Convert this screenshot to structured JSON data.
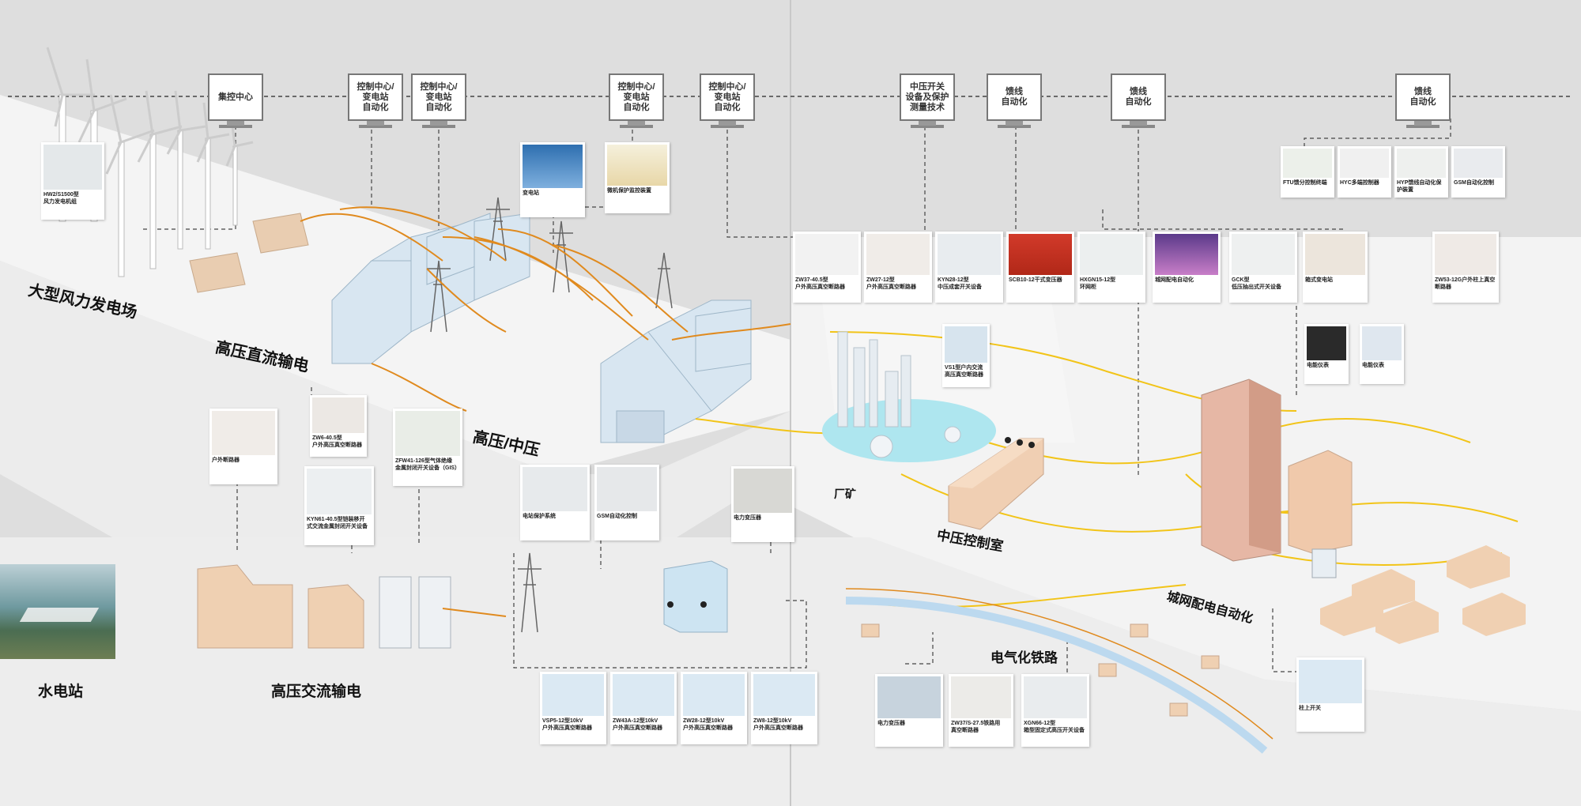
{
  "monitors": [
    {
      "label": "集控中心"
    },
    {
      "label": "控制中心/\n变电站\n自动化"
    },
    {
      "label": "控制中心/\n变电站\n自动化"
    },
    {
      "label": "控制中心/\n变电站\n自动化"
    },
    {
      "label": "控制中心/\n变电站\n自动化"
    },
    {
      "label": "中压开关\n设备及保护\n测量技术"
    },
    {
      "label": "馈线\n自动化"
    },
    {
      "label": "馈线\n自动化"
    },
    {
      "label": "馈线\n自动化"
    }
  ],
  "regions": {
    "wind_farm": "大型风力发电场",
    "hvdc": "高压直流输电",
    "hv_mv": "高压/中压",
    "hydro": "水电站",
    "hvac": "高压交流输电",
    "factory": "厂矿",
    "mv_control": "中压控制室",
    "grid_auto": "城网配电自动化",
    "railway": "电气化铁路"
  },
  "cards": {
    "turbine": "HW2/S1500型\n风力发电机组",
    "substation": "变电站",
    "relay": "微机保护监控装置",
    "ftu": "FTU馈分控制终端",
    "hyc": "HYC多端控制器",
    "hyp": "HYP馈线自动化保护装置",
    "gsm_top": "GSM自动化控制",
    "zw37": "ZW37-40.5型\n户外高压真空断路器",
    "zw27": "ZW27-12型\n户外高压真空断路器",
    "kyn28": "KYN28-12型\n中压成套开关设备",
    "scb10": "SCB10-12干式变压器",
    "hxgn15": "HXGN15-12型\n环网柜",
    "city_grid": "城网配电自动化",
    "gck": "GCK型\n低压抽出式开关设备",
    "box_sub": "箱式变电站",
    "zw53": "ZW53-12G户外柱上真空\n断路器",
    "meter1": "电能仪表",
    "meter2": "电能仪表",
    "vs1": "VS1型户内交流\n高压真空断路器",
    "outdoor_breaker": "户外断路器",
    "zw6": "ZW6-40.5型\n户外高压真空断路器",
    "zfw41": "ZFW41-126型气体绝缘\n金属封闭开关设备（GIS）",
    "kyn61": "KYN61-40.5型铠装移开\n式交流金属封闭开关设备",
    "station_protect": "电站保护系统",
    "gsm_mid": "GSM自动化控制",
    "power_transformer": "电力变压器",
    "vsp5": "VSP5-12型10kV\n户外高压真空断路器",
    "zw43a": "ZW43A-12型10kV\n户外高压真空断路器",
    "zw28": "ZW28-12型10kV\n户外高压真空断路器",
    "zw8": "ZW8-12型10kV\n户外高压真空断路器",
    "rail_transformer": "电力变压器",
    "zw37s": "ZW37/S-27.5铁路用\n真空断路器",
    "xgn66": "XGN66-12型\n箱型固定式高压开关设备",
    "load_switch": "柱上开关"
  },
  "colors": {
    "background": "#dedede",
    "ground": "#f4f4f4",
    "cable_orange": "#e08a1e",
    "cable_yellow": "#f2c418",
    "building": "#efcfb0",
    "equipment": "#cfe0ee",
    "dash_line": "#444444"
  }
}
